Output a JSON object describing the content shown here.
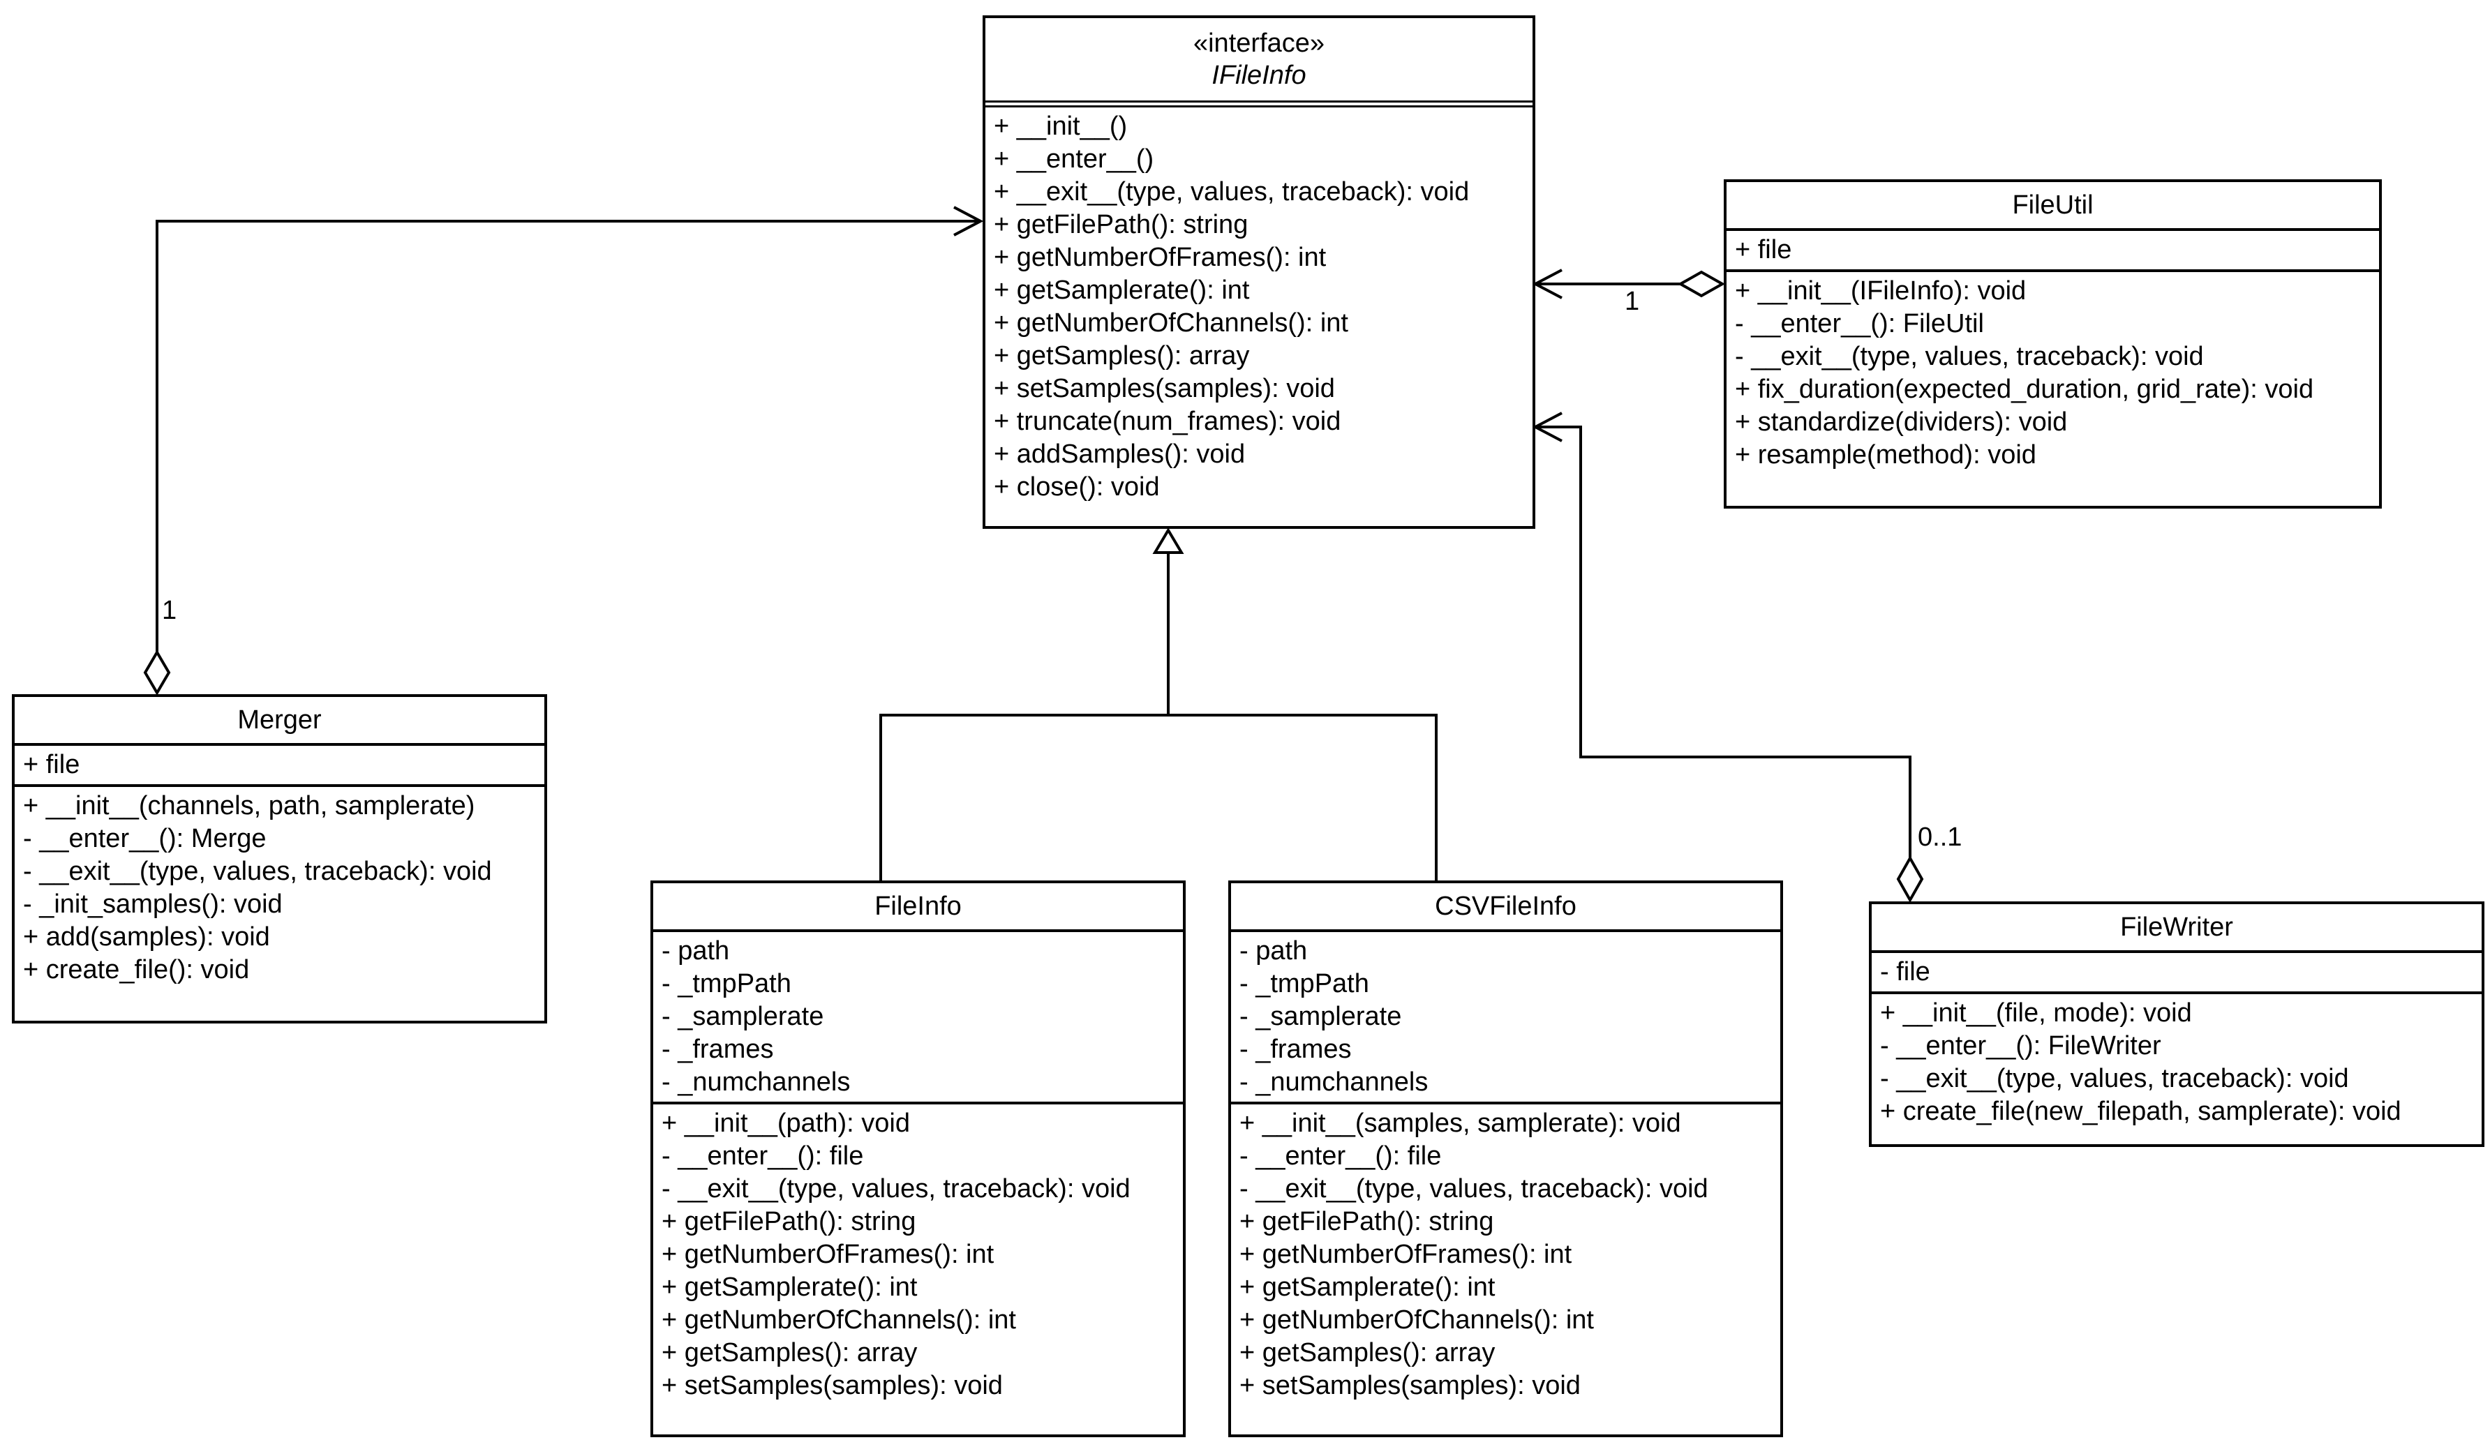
{
  "classes": {
    "ifileinfo": {
      "stereotype": "«interface»",
      "name": "IFileInfo",
      "methods": [
        "+ __init__()",
        "+ __enter__()",
        "+ __exit__(type, values, traceback): void",
        "+ getFilePath(): string",
        "+ getNumberOfFrames(): int",
        "+ getSamplerate(): int",
        "+ getNumberOfChannels(): int",
        "+ getSamples(): array",
        "+ setSamples(samples): void",
        "+ truncate(num_frames): void",
        "+ addSamples(): void",
        "+ close(): void"
      ]
    },
    "fileutil": {
      "name": "FileUtil",
      "attributes": [
        "+ file"
      ],
      "methods": [
        "+ __init__(IFileInfo): void",
        "- __enter__(): FileUtil",
        "- __exit__(type, values, traceback): void",
        "+ fix_duration(expected_duration, grid_rate): void",
        "+ standardize(dividers): void",
        "+ resample(method): void"
      ]
    },
    "merger": {
      "name": "Merger",
      "attributes": [
        "+ file"
      ],
      "methods": [
        "+ __init__(channels, path, samplerate)",
        "- __enter__(): Merge",
        "- __exit__(type, values, traceback): void",
        "- _init_samples(): void",
        "+ add(samples): void",
        "+ create_file(): void"
      ]
    },
    "fileinfo": {
      "name": "FileInfo",
      "attributes": [
        "- path",
        "- _tmpPath",
        "- _samplerate",
        "- _frames",
        "- _numchannels"
      ],
      "methods": [
        "+ __init__(path): void",
        "- __enter__(): file",
        "- __exit__(type, values, traceback): void",
        "+ getFilePath(): string",
        "+ getNumberOfFrames(): int",
        "+ getSamplerate(): int",
        "+ getNumberOfChannels(): int",
        "+ getSamples(): array",
        "+ setSamples(samples): void"
      ]
    },
    "csvfileinfo": {
      "name": "CSVFileInfo",
      "attributes": [
        "- path",
        "- _tmpPath",
        "- _samplerate",
        "- _frames",
        "- _numchannels"
      ],
      "methods": [
        "+ __init__(samples, samplerate): void",
        "- __enter__(): file",
        "- __exit__(type, values, traceback): void",
        "+ getFilePath(): string",
        "+ getNumberOfFrames(): int",
        "+ getSamplerate(): int",
        "+ getNumberOfChannels(): int",
        "+ getSamples(): array",
        "+ setSamples(samples): void"
      ]
    },
    "filewriter": {
      "name": "FileWriter",
      "attributes": [
        "- file"
      ],
      "methods": [
        "+ __init__(file, mode): void",
        "- __enter__(): FileWriter",
        "- __exit__(type, values, traceback): void",
        "+ create_file(new_filepath, samplerate): void"
      ]
    }
  },
  "multiplicities": {
    "merger_to_ifileinfo": "1",
    "fileutil_to_ifileinfo": "1",
    "filewriter_to_ifileinfo": "0..1"
  }
}
